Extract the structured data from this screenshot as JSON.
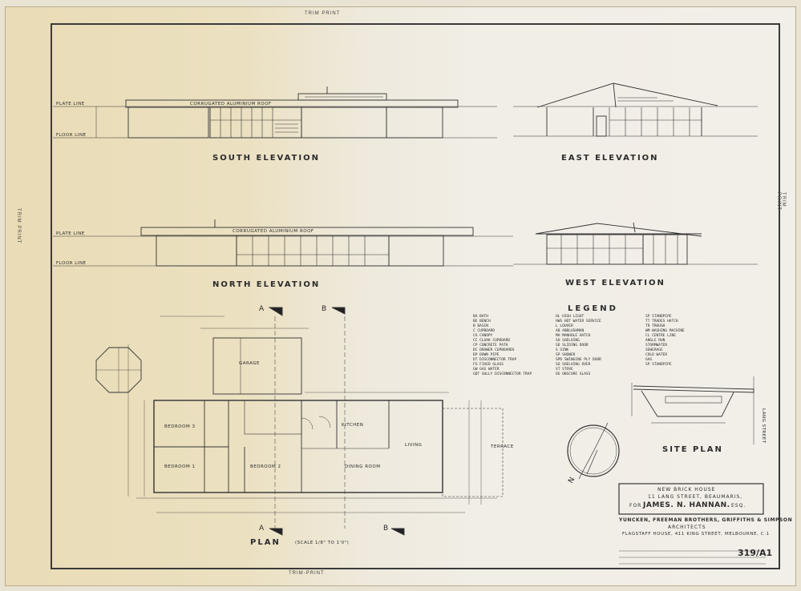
{
  "trim_print": "TRIM PRINT",
  "trim_print_bottom": "TRIM-PRINT",
  "elevations": {
    "south": "SOUTH ELEVATION",
    "east": "EAST ELEVATION",
    "north": "NORTH ELEVATION",
    "west": "WEST ELEVATION"
  },
  "line_labels": {
    "plate": "PLATE LINE",
    "floor": "FLOOR LINE"
  },
  "roof_note": "CORRUGATED ALUMINIUM ROOF",
  "plan_title": "PLAN",
  "plan_scale": "(SCALE 1/8\" TO 1'0\")",
  "site_plan_title": "SITE PLAN",
  "site_street": "LANG STREET",
  "section_marks": [
    "A",
    "B"
  ],
  "rooms": {
    "garage": "GARAGE",
    "bedroom3": "BEDROOM 3",
    "bedroom1": "BEDROOM 1",
    "bedroom2": "BEDROOM 2",
    "kitchen": "KITCHEN",
    "living": "LIVING",
    "dining": "DINING ROOM",
    "terrace": "TERRACE"
  },
  "legend": {
    "title": "LEGEND",
    "col1": [
      "BA  BATH",
      "BE  BENCH",
      "B   BASIN",
      "C   CUPBOARD",
      "CA  CANOPY",
      "CC  CLOAK CUPBOARD",
      "CP  CONCRETE PATH",
      "DC  DRAWER CUPBOARDS",
      "DP  DOWN PIPE",
      "DT  DISCONNECTOR TRAP",
      "FG  FIXED GLASS",
      "GW  GAS WATER",
      "GDT GULLY DISCONNECTOR TRAP"
    ],
    "col2": [
      "HL  HIGH LIGHT",
      "HWS HOT WATER SERVICE",
      "L   LOUVER",
      "AB  ABBLUSHMAN",
      "MH  MANHOLE HATCH",
      "SH  SHELVING",
      "SD  SLIDING DOOR",
      "S   SINK",
      "SP  SHOWER",
      "SPD SWINGING PLY DOOR",
      "SO  SHELVING OVER",
      "ST  STOVE",
      "OG  OBSCURE GLASS"
    ],
    "col3": [
      "SP  STANDPIPE",
      "TT  TRADES HATCH",
      "TR  TROUGH",
      "WM  WASHING MACHINE",
      "CL  CENTRE LINE",
      "    ANGLE RUN",
      "    STORMWATER",
      "    SEWERAGE",
      "    COLD WATER",
      "    GAS",
      "SP  STANDPIPE"
    ]
  },
  "title_block": {
    "line1": "NEW BRICK HOUSE",
    "line2": "11 LANG STREET, BEAUMARIS,",
    "for_label": "FOR",
    "client": "JAMES. N. HANNAN.",
    "client_suffix": "ESQ.",
    "firm": "YUNCKEN, FREEMAN BROTHERS, GRIFFITHS & SIMPSON",
    "architects": "ARCHITECTS",
    "address": "FLAGSTAFF HOUSE, 411 KING STREET, MELBOURNE, C.1",
    "drawing_number": "319/A1"
  },
  "north_label": "N",
  "colors": {
    "ink": "#2f2f2f",
    "paper_left": "#e9dcb6",
    "paper_right": "#f2efe8"
  }
}
